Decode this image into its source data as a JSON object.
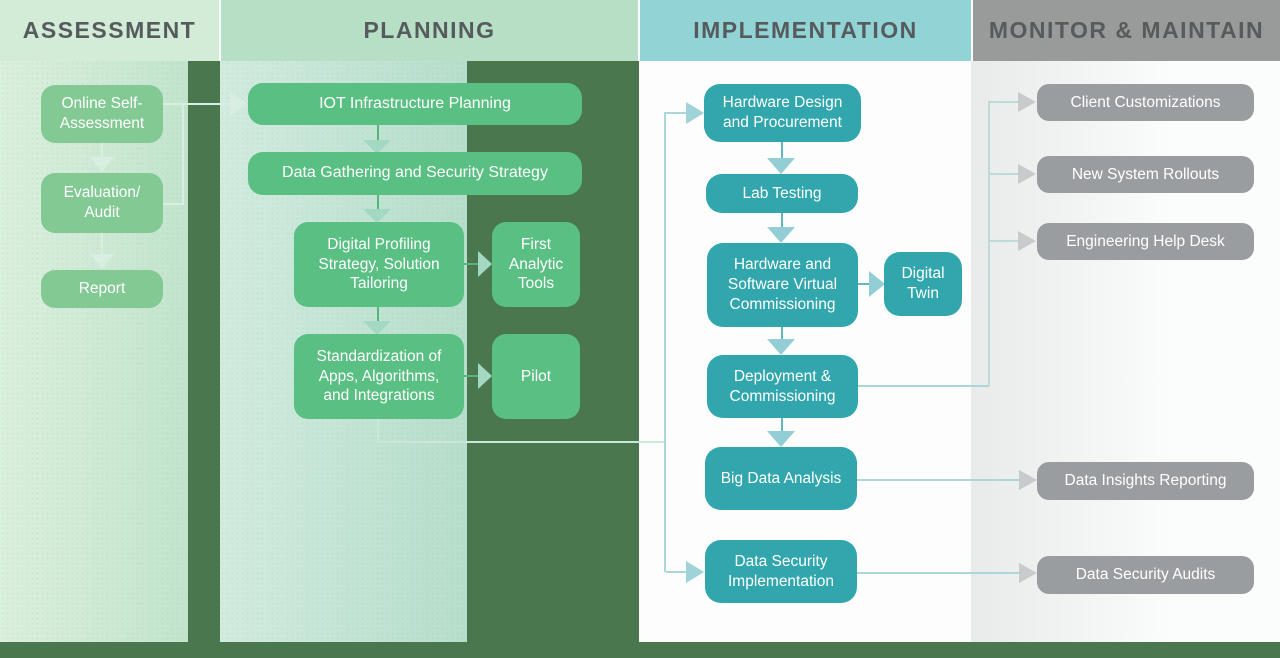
{
  "palette": {
    "canvas_background": "#4a774e",
    "assessment_header_bg": "#d3ecd8",
    "planning_header_bg": "#b7dfc6",
    "implementation_header_bg": "#92d3d6",
    "monitor_header_bg": "#999b9b",
    "assessment_box": "#83c993",
    "planning_box": "#5abf82",
    "implementation_box": "#31a6ac",
    "monitor_box": "#9a9da0",
    "header_text": "#565c5e",
    "box_text": "#ffffff"
  },
  "columns": [
    {
      "header": "ASSESSMENT",
      "nodes": [
        {
          "label": "Online Self-Assessment"
        },
        {
          "label": "Evaluation/ Audit"
        },
        {
          "label": "Report"
        }
      ]
    },
    {
      "header": "PLANNING",
      "nodes": [
        {
          "label": "IOT Infrastructure Planning"
        },
        {
          "label": "Data Gathering and Security Strategy"
        },
        {
          "label": "Digital Profiling Strategy, Solution Tailoring"
        },
        {
          "label": "First Analytic Tools"
        },
        {
          "label": "Standardization of Apps, Algorithms, and Integrations"
        },
        {
          "label": "Pilot"
        }
      ]
    },
    {
      "header": "IMPLEMENTATION",
      "nodes": [
        {
          "label": "Hardware Design and Procurement"
        },
        {
          "label": "Lab Testing"
        },
        {
          "label": "Hardware and Software Virtual Commissioning"
        },
        {
          "label": "Digital Twin"
        },
        {
          "label": "Deployment & Commissioning"
        },
        {
          "label": "Big Data Analysis"
        },
        {
          "label": "Data Security Implementation"
        }
      ]
    },
    {
      "header": "MONITOR & MAINTAIN",
      "nodes": [
        {
          "label": "Client Customizations"
        },
        {
          "label": "New System Rollouts"
        },
        {
          "label": "Engineering Help Desk"
        },
        {
          "label": "Data Insights Reporting"
        },
        {
          "label": "Data Security Audits"
        }
      ]
    }
  ]
}
